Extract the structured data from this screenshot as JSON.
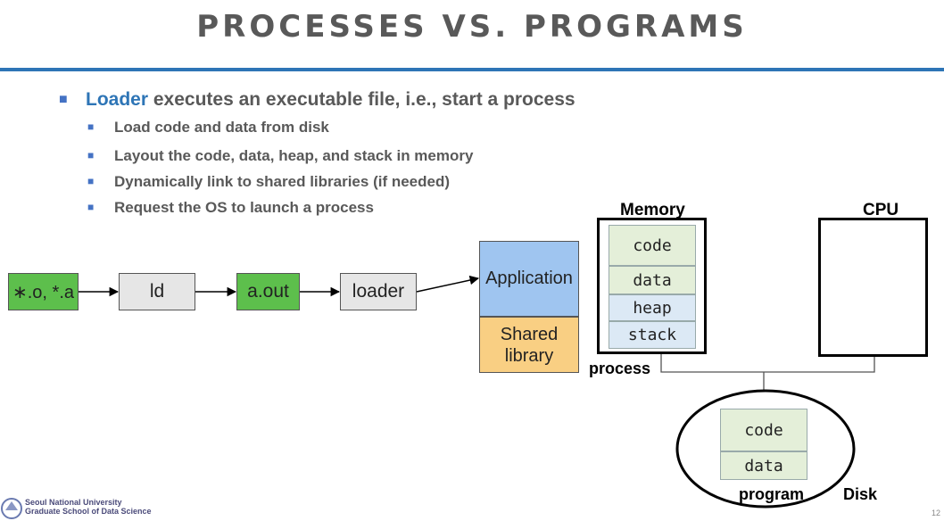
{
  "title": "PROCESSES VS. PROGRAMS",
  "bullet": {
    "keyword": "Loader",
    "rest": " executes an executable file, i.e., start a process"
  },
  "subbullets": [
    "Load code and data from disk",
    "Layout the code, data, heap, and stack in memory",
    "Dynamically link to shared libraries (if needed)",
    "Request the OS to launch a process"
  ],
  "pipeline": [
    "∗.o, *.a",
    "ld",
    "a.out",
    "loader"
  ],
  "app": {
    "application": "Application",
    "shared_line1": "Shared",
    "shared_line2": "library"
  },
  "memory": {
    "label": "Memory",
    "cells": [
      "code",
      "data",
      "heap",
      "stack"
    ],
    "process_label": "process"
  },
  "cpu": {
    "label": "CPU"
  },
  "disk": {
    "cells": [
      "code",
      "data"
    ],
    "program_label": "program",
    "disk_label": "Disk"
  },
  "footer": {
    "line1": "Seoul National University",
    "line2": "Graduate School of Data Science",
    "page": "12"
  },
  "colors": {
    "green": "#5dbf4c",
    "gray": "#e6e6e6",
    "blue": "#9fc5f0",
    "orange": "#f9cf83",
    "accent": "#2e75b6"
  }
}
